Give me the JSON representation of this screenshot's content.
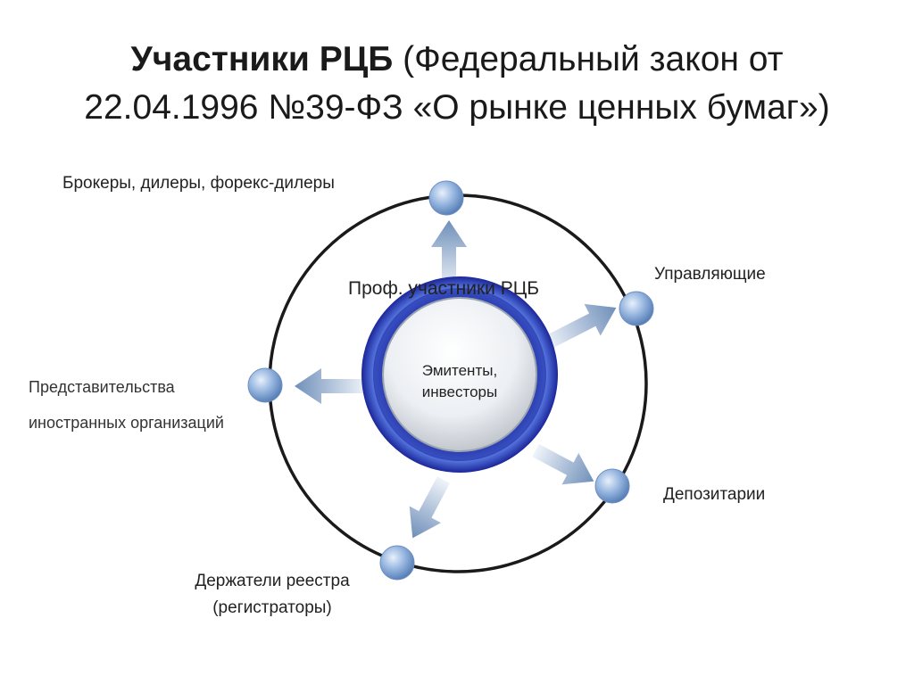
{
  "title": {
    "bold": "Участники РЦБ",
    "rest_line1": "(Федеральный закон от",
    "line2": "22.04.1996 №39-ФЗ «О рынке ценных бумаг»)"
  },
  "center": {
    "ring_label": "Проф. участники РЦБ",
    "core_line1": "Эмитенты,",
    "core_line2": "инвесторы"
  },
  "participants": [
    {
      "id": "brokers",
      "lines": [
        "Брокеры, дилеры, форекс-дилеры"
      ]
    },
    {
      "id": "managers",
      "lines": [
        "Управляющие"
      ]
    },
    {
      "id": "depositaries",
      "lines": [
        "Депозитарии"
      ]
    },
    {
      "id": "registrars",
      "lines": [
        "Держатели реестра",
        "(регистраторы)"
      ]
    },
    {
      "id": "foreign",
      "lines": [
        "Представительства",
        "иностранных организаций"
      ]
    }
  ],
  "colors": {
    "orbit": "#1a1a1a",
    "ring_outer": "#1f2fa8",
    "ring_inner": "#4a6ee0",
    "node": "#86a9d6",
    "arrow": "#7a98bf"
  }
}
